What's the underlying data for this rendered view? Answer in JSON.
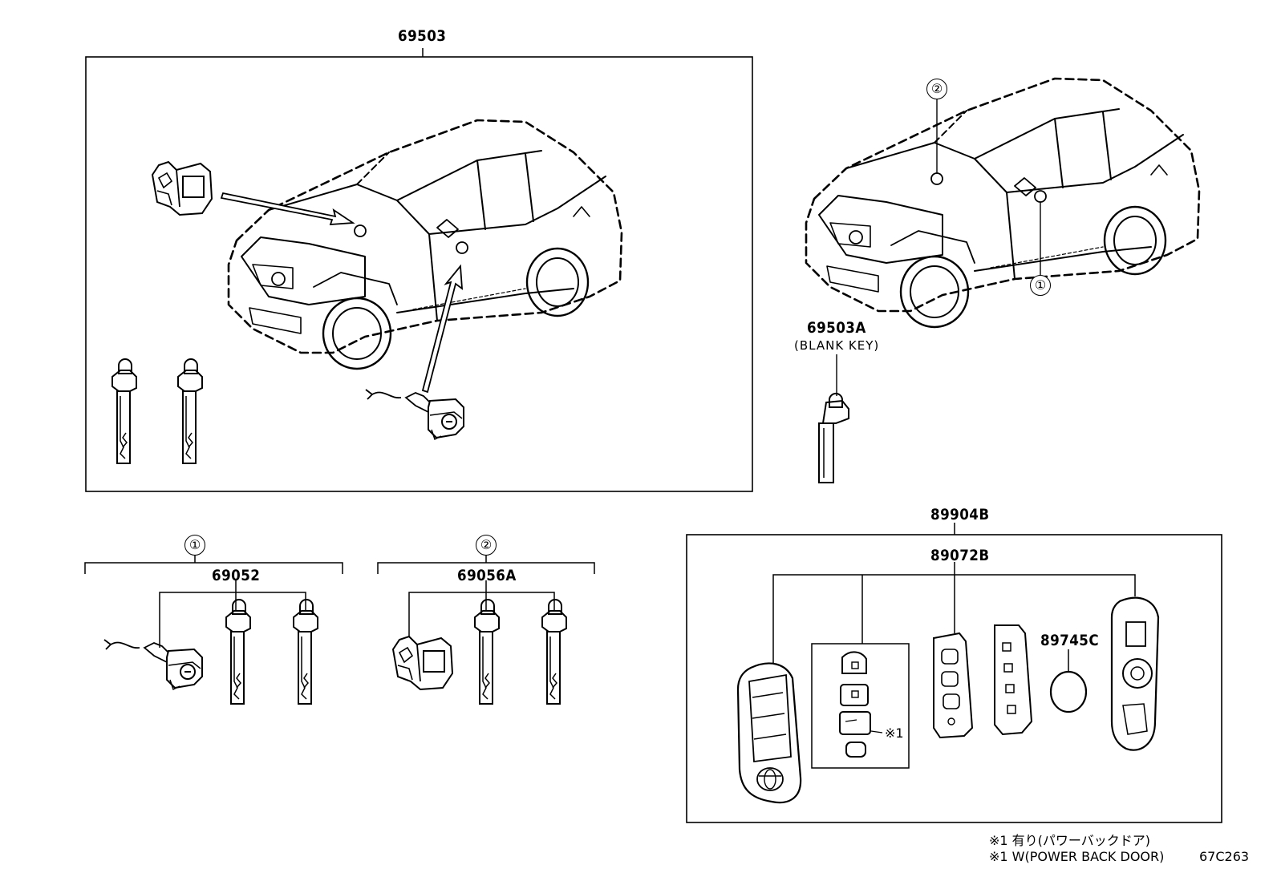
{
  "labels": {
    "assembly_top": "69503",
    "blank_key_part": "69503A",
    "blank_key_desc": "(BLANK KEY)",
    "set1_part": "69052",
    "set2_part": "69056A",
    "remote_assembly": "89904B",
    "transmitter": "89072B",
    "battery": "89745C",
    "note_marker": "※1",
    "callout_1": "①",
    "callout_2": "②",
    "note_jp": "※1  有り(パワーバックドア)",
    "note_en": "※1  W(POWER BACK DOOR)",
    "diagram_code": "67C263"
  },
  "icons": [
    "vehicle-outline",
    "door-lock-cylinder-icon",
    "ignition-cylinder-icon",
    "mechanical-key-icon",
    "smart-key-fob-icon",
    "coin-battery-icon"
  ]
}
